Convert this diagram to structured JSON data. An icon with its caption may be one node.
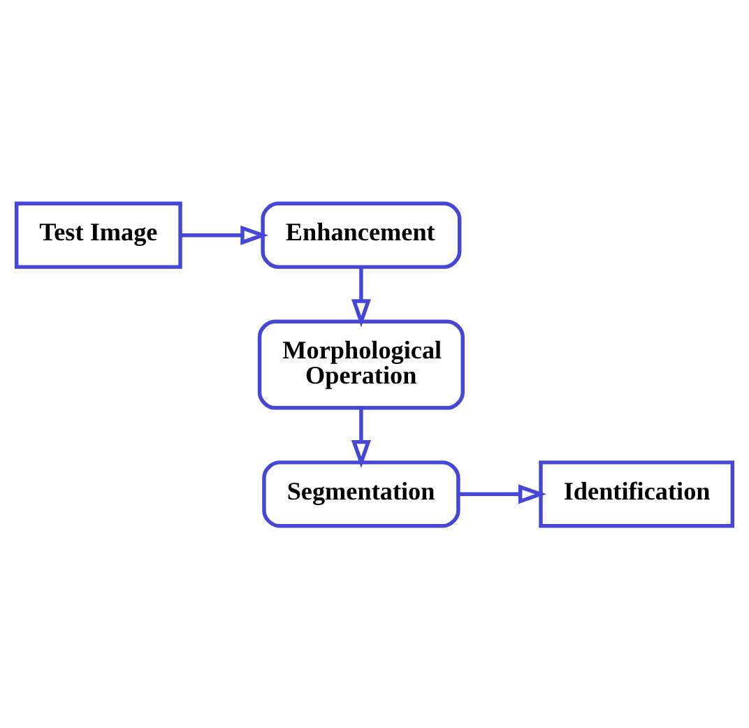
{
  "diagram": {
    "nodes": [
      {
        "text": [
          "Test Image"
        ]
      },
      {
        "text": [
          "Enhancement"
        ]
      },
      {
        "text": [
          "Morphological Operation"
        ]
      },
      {
        "text": [
          "Segmentation"
        ]
      },
      {
        "text": [
          "Identification"
        ]
      }
    ],
    "edges": [
      {
        "from": 0,
        "to": 1,
        "arrow": "to"
      },
      {
        "from": 1,
        "to": 2,
        "arrow": "to"
      },
      {
        "from": 2,
        "to": 3,
        "arrow": "to"
      },
      {
        "from": 3,
        "to": 4,
        "arrow": "to"
      }
    ]
  }
}
